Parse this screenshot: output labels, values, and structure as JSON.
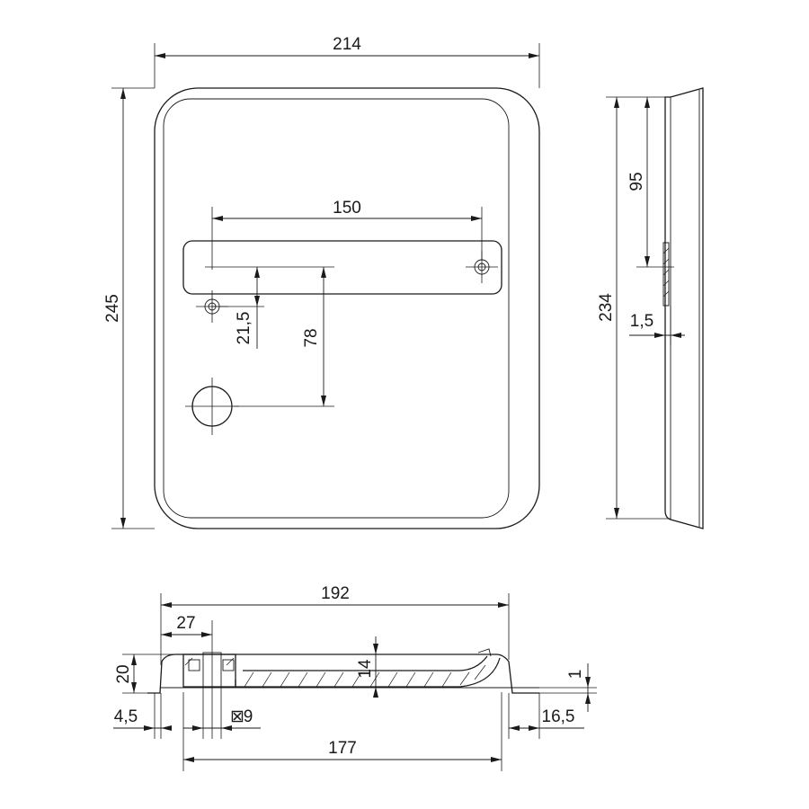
{
  "drawing": {
    "views": [
      "front-view",
      "side-view",
      "section-view"
    ],
    "dimensions": {
      "width": "214",
      "height": "245",
      "hole_spacing": "150",
      "hole_offset": "21,5",
      "cutout_offset": "78",
      "side_height": "234",
      "side_offset": "95",
      "side_thickness": "1,5",
      "section_width": "192",
      "section_inner": "27",
      "section_height": "20",
      "section_depth": "14",
      "section_step": "1",
      "edge_left": "4,5",
      "square_size": "9",
      "edge_right": "16,5",
      "section_bottom": "177"
    },
    "square_symbol": "⊠"
  }
}
